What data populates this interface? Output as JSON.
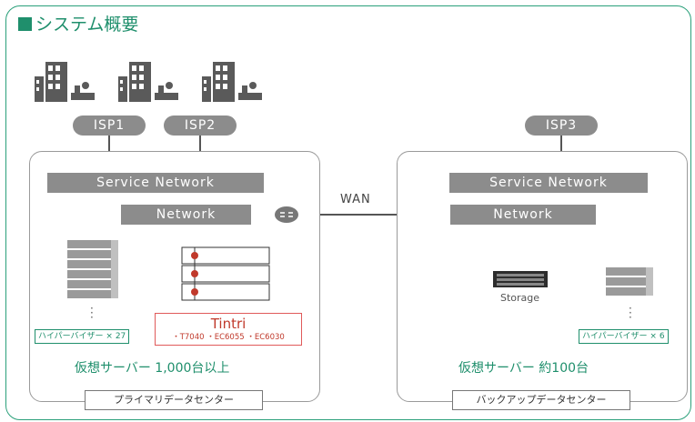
{
  "title": "■システム概要",
  "title_text": "システム概要",
  "isp": [
    "ISP1",
    "ISP2",
    "ISP3"
  ],
  "primary": {
    "service_network": "Service Network",
    "network": "Network",
    "hypervisor_tag": "ハイパーバイザー × 27",
    "tintri_name": "Tintri",
    "tintri_models": "・T7040 ・EC6055 ・EC6030",
    "vm_count": "仮想サーバー 1,000台以上",
    "label": "プライマリデータセンター"
  },
  "wan": "WAN",
  "backup": {
    "service_network": "Service Network",
    "network": "Network",
    "storage": "Storage",
    "hypervisor_tag": "ハイパーバイザー × 6",
    "vm_count": "仮想サーバー 約100台",
    "label": "バックアップデータセンター"
  },
  "colors": {
    "accent": "#1f8f6c",
    "bar": "#8c8c8c",
    "tintri": "#c0392b"
  },
  "icons": [
    "office-building-icon",
    "user-at-desk-icon",
    "router-icon",
    "server-rack-icon",
    "storage-array-icon"
  ]
}
